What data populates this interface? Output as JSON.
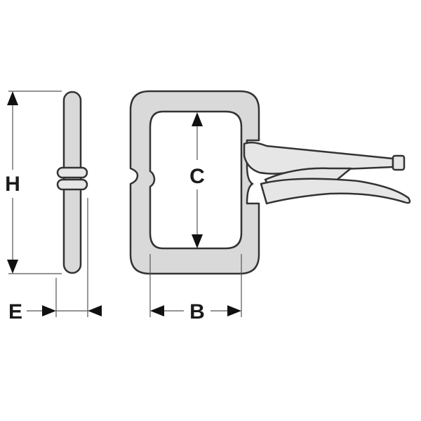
{
  "diagram": {
    "labels": {
      "height": "H",
      "thickness": "E",
      "jaw_width": "B",
      "jaw_depth": "C"
    },
    "colors": {
      "metal": "#d9d9d9",
      "outline": "#333333",
      "arrow": "#111111"
    }
  }
}
